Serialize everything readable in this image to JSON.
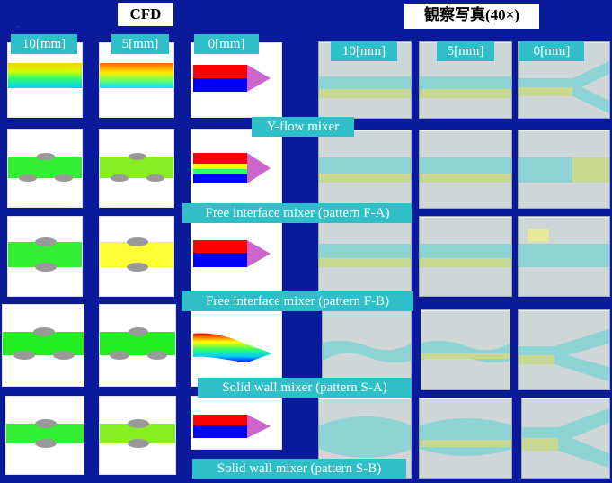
{
  "headers": {
    "cfd": "CFD",
    "photo": "観察写真(40×)"
  },
  "columns": {
    "c1": "10[mm]",
    "c2": "5[mm]",
    "c3": "0[mm]"
  },
  "rows": [
    "Y-flow mixer",
    "Free interface mixer (pattern F-A)",
    "Free interface mixer (pattern F-B)",
    "Solid wall mixer (pattern S-A)",
    "Solid wall mixer (pattern S-B)"
  ]
}
